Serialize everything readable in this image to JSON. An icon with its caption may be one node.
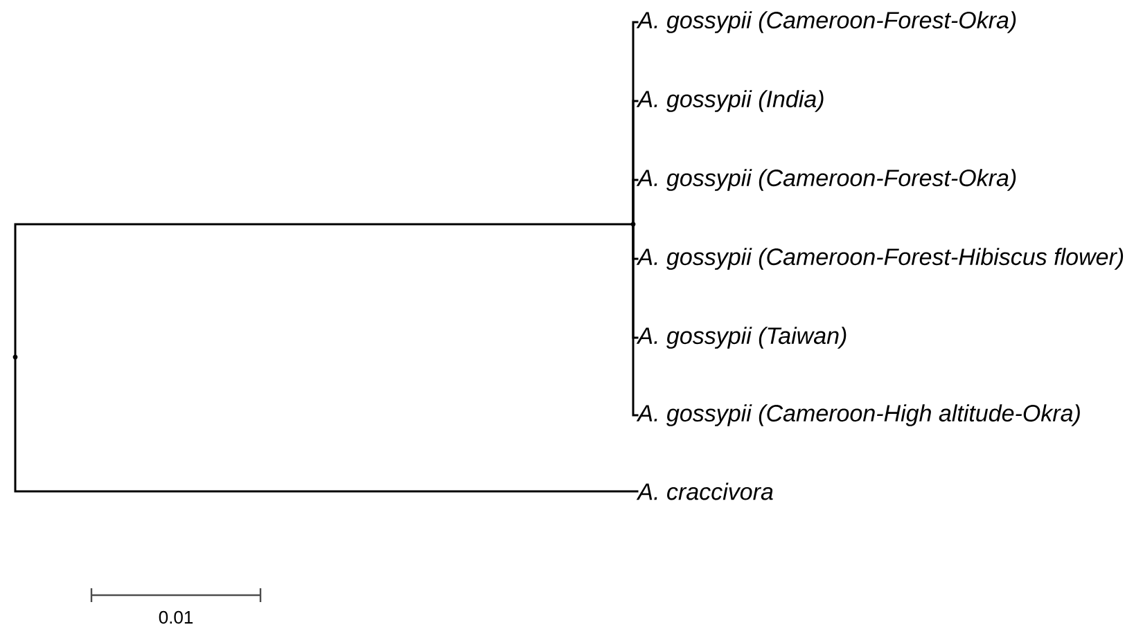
{
  "diagram": {
    "nodes": [
      {
        "text": [
          "A. gossypii (Cameroon-Forest-Okra)"
        ]
      },
      {
        "text": [
          "A. gossypii (India)"
        ]
      },
      {
        "text": [
          "A. gossypii (Cameroon-Forest-Okra)"
        ]
      },
      {
        "text": [
          "A. gossypii (Cameroon-Forest-Hibiscus flower)"
        ]
      },
      {
        "text": [
          "A. gossypii (Taiwan)"
        ]
      },
      {
        "text": [
          "A. gossypii (Cameroon-High altitude-Okra)"
        ]
      },
      {
        "text": [
          "A. craccivora"
        ]
      },
      {
        "text": [],
        "shape": "point"
      },
      {
        "text": [],
        "shape": "point"
      }
    ],
    "edges": [
      {
        "from": 7,
        "to": 8,
        "arrow": "none"
      },
      {
        "from": 7,
        "to": 6,
        "arrow": "none"
      },
      {
        "from": 8,
        "to": 0,
        "arrow": "none"
      },
      {
        "from": 8,
        "to": 1,
        "arrow": "none"
      },
      {
        "from": 8,
        "to": 2,
        "arrow": "none"
      },
      {
        "from": 8,
        "to": 3,
        "arrow": "none"
      },
      {
        "from": 8,
        "to": 4,
        "arrow": "none"
      },
      {
        "from": 8,
        "to": 5,
        "arrow": "none"
      }
    ],
    "labels": [
      "0.01"
    ]
  }
}
